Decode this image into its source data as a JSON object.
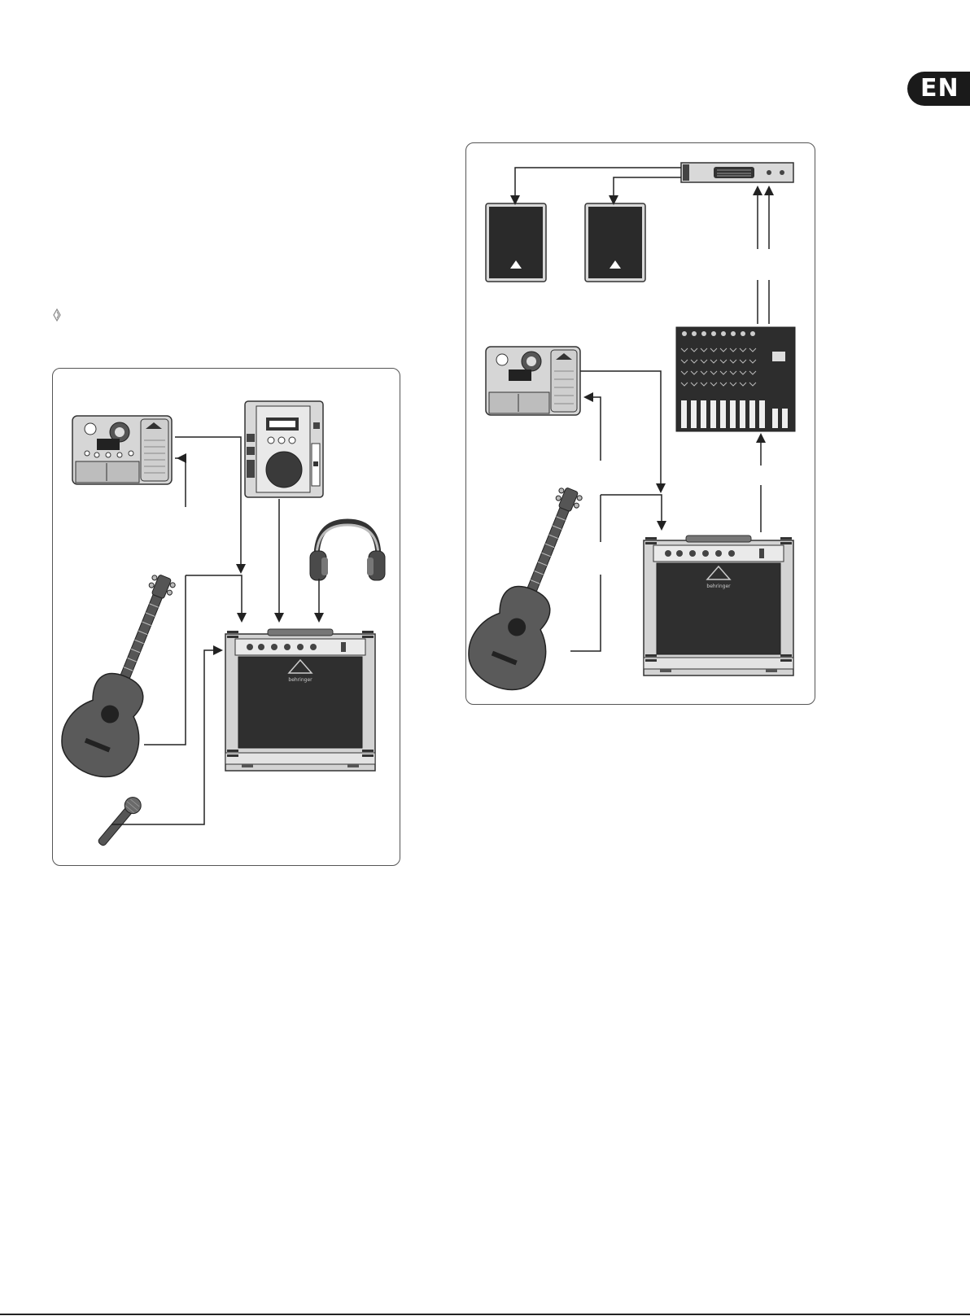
{
  "page": {
    "language_badge": "EN"
  },
  "diagrams": [
    {
      "devices": [
        "guitar-effects-processor",
        "cd-player",
        "headphones",
        "acoustic-guitar",
        "guitar-amplifier",
        "microphone"
      ],
      "amp_brand_mark": "behringer"
    },
    {
      "devices": [
        "power-amplifier",
        "speaker-left",
        "speaker-right",
        "mixing-console",
        "guitar-effects-processor",
        "acoustic-guitar",
        "guitar-amplifier"
      ],
      "amp_brand_mark": "behringer"
    }
  ],
  "colors": {
    "ink": "#222222",
    "device_body": "#4a4a4a",
    "device_light": "#d8d8d8",
    "badge": "#1a1a1a"
  }
}
